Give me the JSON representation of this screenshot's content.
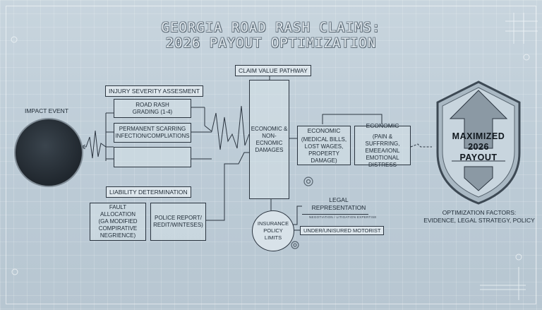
{
  "title": {
    "line1": "GEORGIA ROAD RASH CLAIMS:",
    "line2": "2026 PAYOUT OPTIMIZATION"
  },
  "impact": {
    "label": "IMPACT EVENT"
  },
  "injury": {
    "header": "INJURY SEVERITY ASSESMENT",
    "boxes": [
      {
        "line1": "ROAD RASH",
        "line2": "GRADING (1-4)"
      },
      {
        "line1": "PERMANENT SCARRING",
        "line2": "INFECTION/COMPLIATIONS"
      }
    ]
  },
  "liability": {
    "header": "LIABILITY DETERMINATION",
    "fault": {
      "line1": "FAULT",
      "line2": "ALLOCATION",
      "line3": "(GA MODIFIED",
      "line4": "COMPIRATIVE",
      "line5": "NEGRIENCE)"
    },
    "police": {
      "line1": "POLICE REPORT/",
      "line2": "REDIT/WINTESES)"
    }
  },
  "pathway": {
    "header": "CLAIM VALUE PATHWAY",
    "damages": {
      "line1": "ECONOMIC &",
      "line2": "NON-ECNOMIC",
      "line3": "DAMAGES"
    }
  },
  "economic": [
    {
      "title": "ECONOMIC",
      "line1": "(MEDICAL BILLS,",
      "line2": "LOST WAGES,",
      "line3": "PROPERTY DAMAGE)"
    },
    {
      "title": "ECONOMIC",
      "line1": "(PAIN & SUFFRRING,",
      "line2": "EMEEA/IONL",
      "line3": "EMOTIONAL DISTRESS"
    }
  ],
  "limits": {
    "line1": "INSURANCE",
    "line2": "POLICY",
    "line3": "LIMITS"
  },
  "legal": {
    "line1": "LEGAL",
    "line2": "REPRESENTATION",
    "note": "NEGOTIATION / LITIGATION EXPERTISE"
  },
  "uninsured": {
    "label": "UNDER/UNISURED MOTORIST"
  },
  "shield": {
    "line1": "MAXIMIZED",
    "line2": "2026",
    "line3": "PAYOUT"
  },
  "optimization": {
    "line1": "OPTIMIZATION FACTORS:",
    "line2": "EVIDENCE, LEGAL STRATEGY, POLICY"
  }
}
